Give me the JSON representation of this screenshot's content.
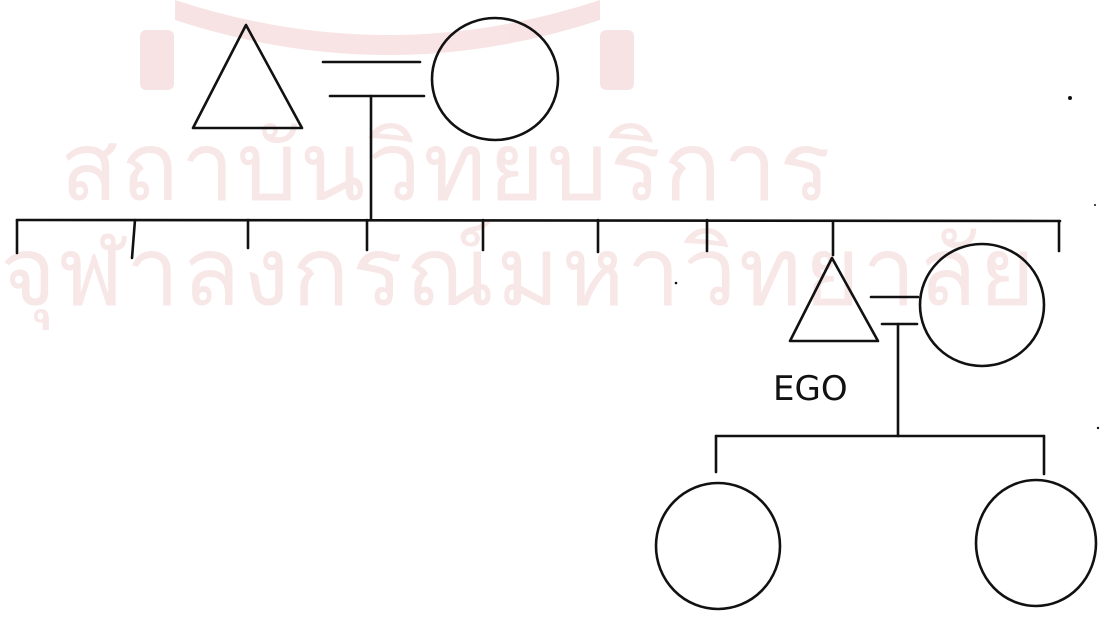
{
  "watermark": {
    "line1": "สถาบันวิทยบริการ",
    "line2": "จุฬาลงกรณ์มหาวิทยาลัย",
    "color": "#d45a5a"
  },
  "ego_label": "EGO",
  "ink_color": "#111111"
}
